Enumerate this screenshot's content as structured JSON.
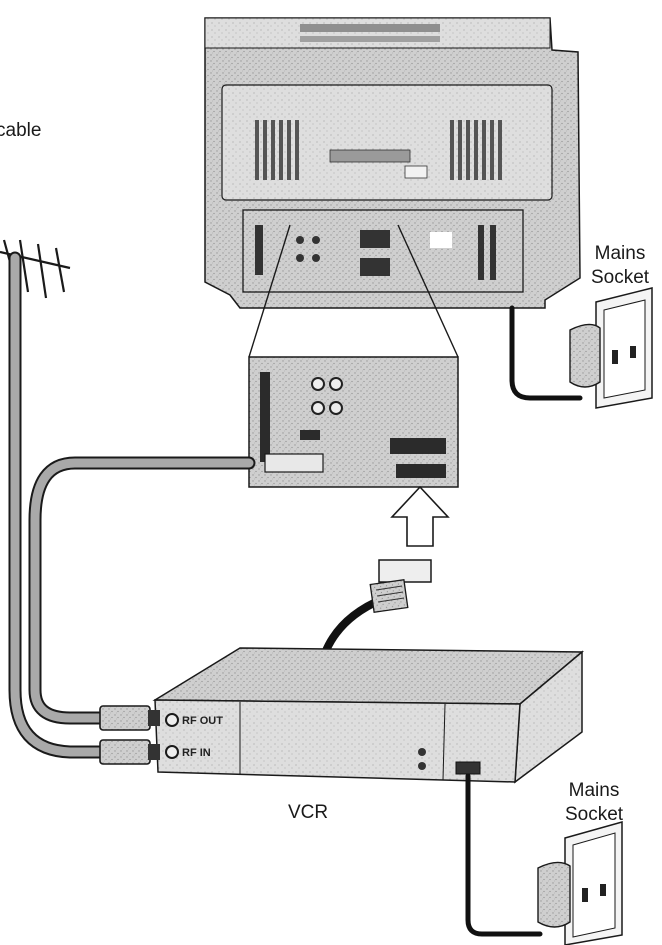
{
  "labels": {
    "cable": "cable",
    "mains_socket_1": [
      "Mains",
      "Socket"
    ],
    "mains_socket_2": [
      "Mains",
      "Socket"
    ],
    "vcr": "VCR",
    "rf_out": "RF OUT",
    "rf_in": "RF IN"
  },
  "colors": {
    "outline": "#1a1a1a",
    "tv_body": "#c4c4c4",
    "panel": "#d6d6d6",
    "cable_grey": "#a9a9a9",
    "power_cord": "#111111"
  }
}
